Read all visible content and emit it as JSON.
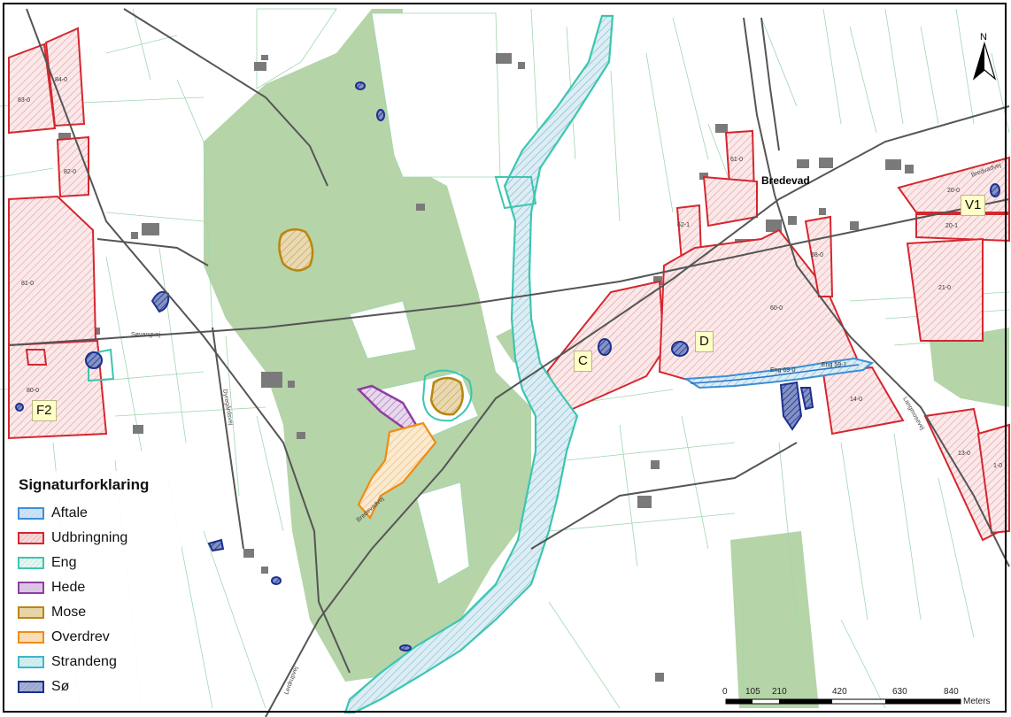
{
  "place_names": {
    "town": "Bredevad"
  },
  "road_names": [
    "Søvangvej",
    "Bredevadvej",
    "Dyregårdsvej",
    "Langmosevej",
    "Lerdrupvej",
    "Bredvadvej"
  ],
  "field_labels": [
    "83-0",
    "84-0",
    "82-0",
    "81-0",
    "80-0",
    "61-0",
    "62-1",
    "60-0",
    "68-0",
    "20-0",
    "20-1",
    "21-0",
    "14-0",
    "13-0",
    "1-0",
    "Eng 69-0",
    "Eng 59-1"
  ],
  "pin_labels": {
    "c": "C",
    "d": "D",
    "f2": "F2",
    "v1": "V1"
  },
  "north_arrow": {
    "letter": "N"
  },
  "legend": {
    "title": "Signaturforklaring",
    "items": [
      {
        "label": "Aftale",
        "border": "#3c8fd6",
        "fill": "#cfe3f5"
      },
      {
        "label": "Udbringning",
        "border": "#d6262e",
        "fill": "#f4d9dc"
      },
      {
        "label": "Eng",
        "border": "#3cc6b0",
        "fill": "#e8f6f2"
      },
      {
        "label": "Hede",
        "border": "#8e3fa0",
        "fill": "#dcc6e4"
      },
      {
        "label": "Mose",
        "border": "#b9860f",
        "fill": "#e8d3a5"
      },
      {
        "label": "Overdrev",
        "border": "#f08c14",
        "fill": "#f7dfb8"
      },
      {
        "label": "Strandeng",
        "border": "#3cb8c8",
        "fill": "#d4eef0"
      },
      {
        "label": "Sø",
        "border": "#1c2f8e",
        "fill": "#9aa6cc"
      }
    ]
  },
  "scale_bar": {
    "ticks": [
      "0",
      "105",
      "210",
      "420",
      "630",
      "840"
    ],
    "unit": "Meters"
  },
  "colors": {
    "forest": "#b5d4a8",
    "udbringning": "#d6262e",
    "eng": "#3cc6b0",
    "water": "#1c2f8e",
    "aftale": "#3c8fd6"
  }
}
